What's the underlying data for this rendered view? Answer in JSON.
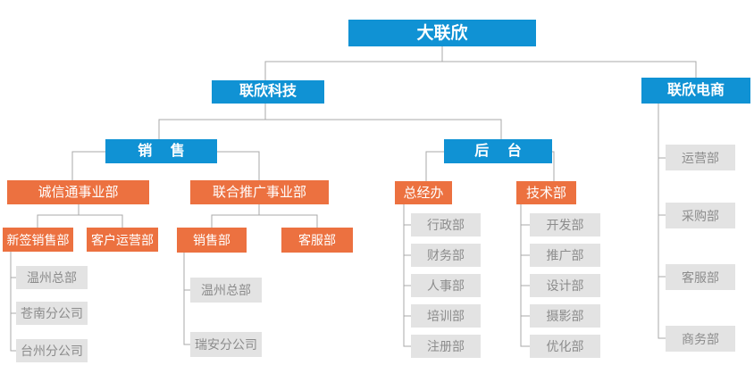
{
  "colors": {
    "blue": "#1092d4",
    "orange": "#ec7140",
    "gray_box": "#e3e3e3",
    "gray_text": "#8c8c8c",
    "line": "#a8a8a8",
    "box_text": "#ffffff"
  },
  "org": {
    "root": {
      "label": "大联欣",
      "children": [
        {
          "label": "联欣科技",
          "children": [
            {
              "label": "销 售",
              "children": [
                {
                  "label": "诚信通事业部",
                  "children": [
                    {
                      "label": "新签销售部",
                      "children": [
                        {
                          "label": "温州总部"
                        },
                        {
                          "label": "苍南分公司"
                        },
                        {
                          "label": "台州分公司"
                        }
                      ]
                    },
                    {
                      "label": "客户运营部",
                      "children": []
                    }
                  ]
                },
                {
                  "label": "联合推广事业部",
                  "children": [
                    {
                      "label": "销售部",
                      "children": [
                        {
                          "label": "温州总部"
                        },
                        {
                          "label": "瑞安分公司"
                        }
                      ]
                    },
                    {
                      "label": "客服部",
                      "children": []
                    }
                  ]
                }
              ]
            },
            {
              "label": "后 台",
              "children": [
                {
                  "label": "总经办",
                  "children": [
                    {
                      "label": "行政部"
                    },
                    {
                      "label": "财务部"
                    },
                    {
                      "label": "人事部"
                    },
                    {
                      "label": "培训部"
                    },
                    {
                      "label": "注册部"
                    }
                  ]
                },
                {
                  "label": "技术部",
                  "children": [
                    {
                      "label": "开发部"
                    },
                    {
                      "label": "推广部"
                    },
                    {
                      "label": "设计部"
                    },
                    {
                      "label": "摄影部"
                    },
                    {
                      "label": "优化部"
                    }
                  ]
                }
              ]
            }
          ]
        },
        {
          "label": "联欣电商",
          "children": [
            {
              "label": "运营部"
            },
            {
              "label": "采购部"
            },
            {
              "label": "客服部"
            },
            {
              "label": "商务部"
            }
          ]
        }
      ]
    }
  }
}
